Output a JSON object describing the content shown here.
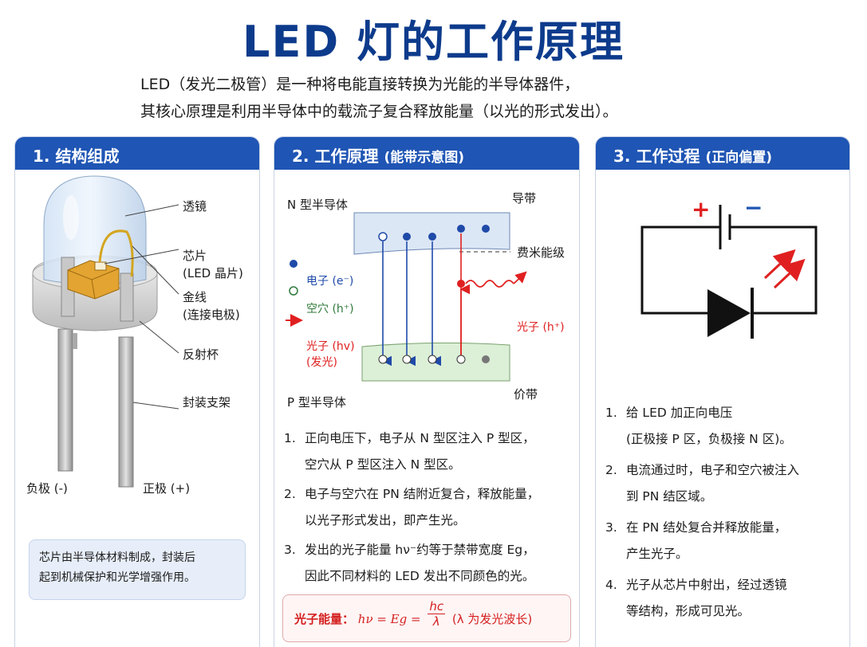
{
  "header": {
    "title": "LED 灯的工作原理",
    "intro_line1": "LED（发光二极管）是一种将电能直接转换为光能的半导体器件，",
    "intro_line2": "其核心原理是利用半导体中的载流子复合释放能量（以光的形式发出）。"
  },
  "panel1": {
    "heading": "1. 结构组成",
    "labels": {
      "lens": "透镜",
      "chip": "芯片",
      "chip_sub": "(LED 晶片)",
      "wire": "金线",
      "wire_sub": "(连接电极)",
      "reflector": "反射杯",
      "frame": "封装支架",
      "cathode": "负极 (-)",
      "anode": "正极 (+)"
    },
    "note_line1": "芯片由半导体材料制成，封装后",
    "note_line2": "起到机械保护和光学增强作用。"
  },
  "panel2": {
    "heading_main": "2. 工作原理",
    "heading_sub": "(能带示意图)",
    "labels": {
      "n_type": "N 型半导体",
      "p_type": "P 型半导体",
      "conduction_band": "导带",
      "valence_band": "价带",
      "fermi_level": "费米能级",
      "photon": "光子 (h⁺)",
      "legend_electron": "电子 (e⁻)",
      "legend_hole": "空穴 (h⁺)",
      "legend_photon": "光子 (hv)",
      "legend_photon_sub": "(发光)"
    },
    "steps": [
      {
        "n": "1.",
        "l1": "正向电压下，电子从 N 型区注入 P 型区，",
        "l2": "空穴从 P 型区注入 N 型区。"
      },
      {
        "n": "2.",
        "l1": "电子与空穴在 PN 结附近复合，释放能量，",
        "l2": "以光子形式发出，即产生光。"
      },
      {
        "n": "3.",
        "l1": "发出的光子能量 hν⁻约等于禁带宽度 Eg，",
        "l2": "因此不同材料的 LED 发出不同颜色的光。"
      }
    ],
    "formula": {
      "label": "光子能量：",
      "lhs": "hν = Eg =",
      "numerator": "hc",
      "denominator": "λ",
      "note": "(λ 为发光波长)"
    }
  },
  "panel3": {
    "heading_main": "3. 工作过程",
    "heading_sub": "(正向偏置)",
    "plus": "+",
    "minus": "−",
    "steps": [
      {
        "n": "1.",
        "l1": "给 LED 加正向电压",
        "l2": "(正极接 P 区，负极接 N 区)。"
      },
      {
        "n": "2.",
        "l1": "电流通过时，电子和空穴被注入",
        "l2": "到 PN 结区域。"
      },
      {
        "n": "3.",
        "l1": "在 PN 结处复合并释放能量，",
        "l2": "产生光子。"
      },
      {
        "n": "4.",
        "l1": "光子从芯片中射出，经过透镜",
        "l2": "等结构，形成可见光。"
      }
    ]
  },
  "colors": {
    "title": "#0d3b8c",
    "header_bar": "#1f55b4",
    "electron": "#1f4aa8",
    "photon": "#e02020",
    "plus": "#e02020",
    "minus": "#1f55b4"
  }
}
